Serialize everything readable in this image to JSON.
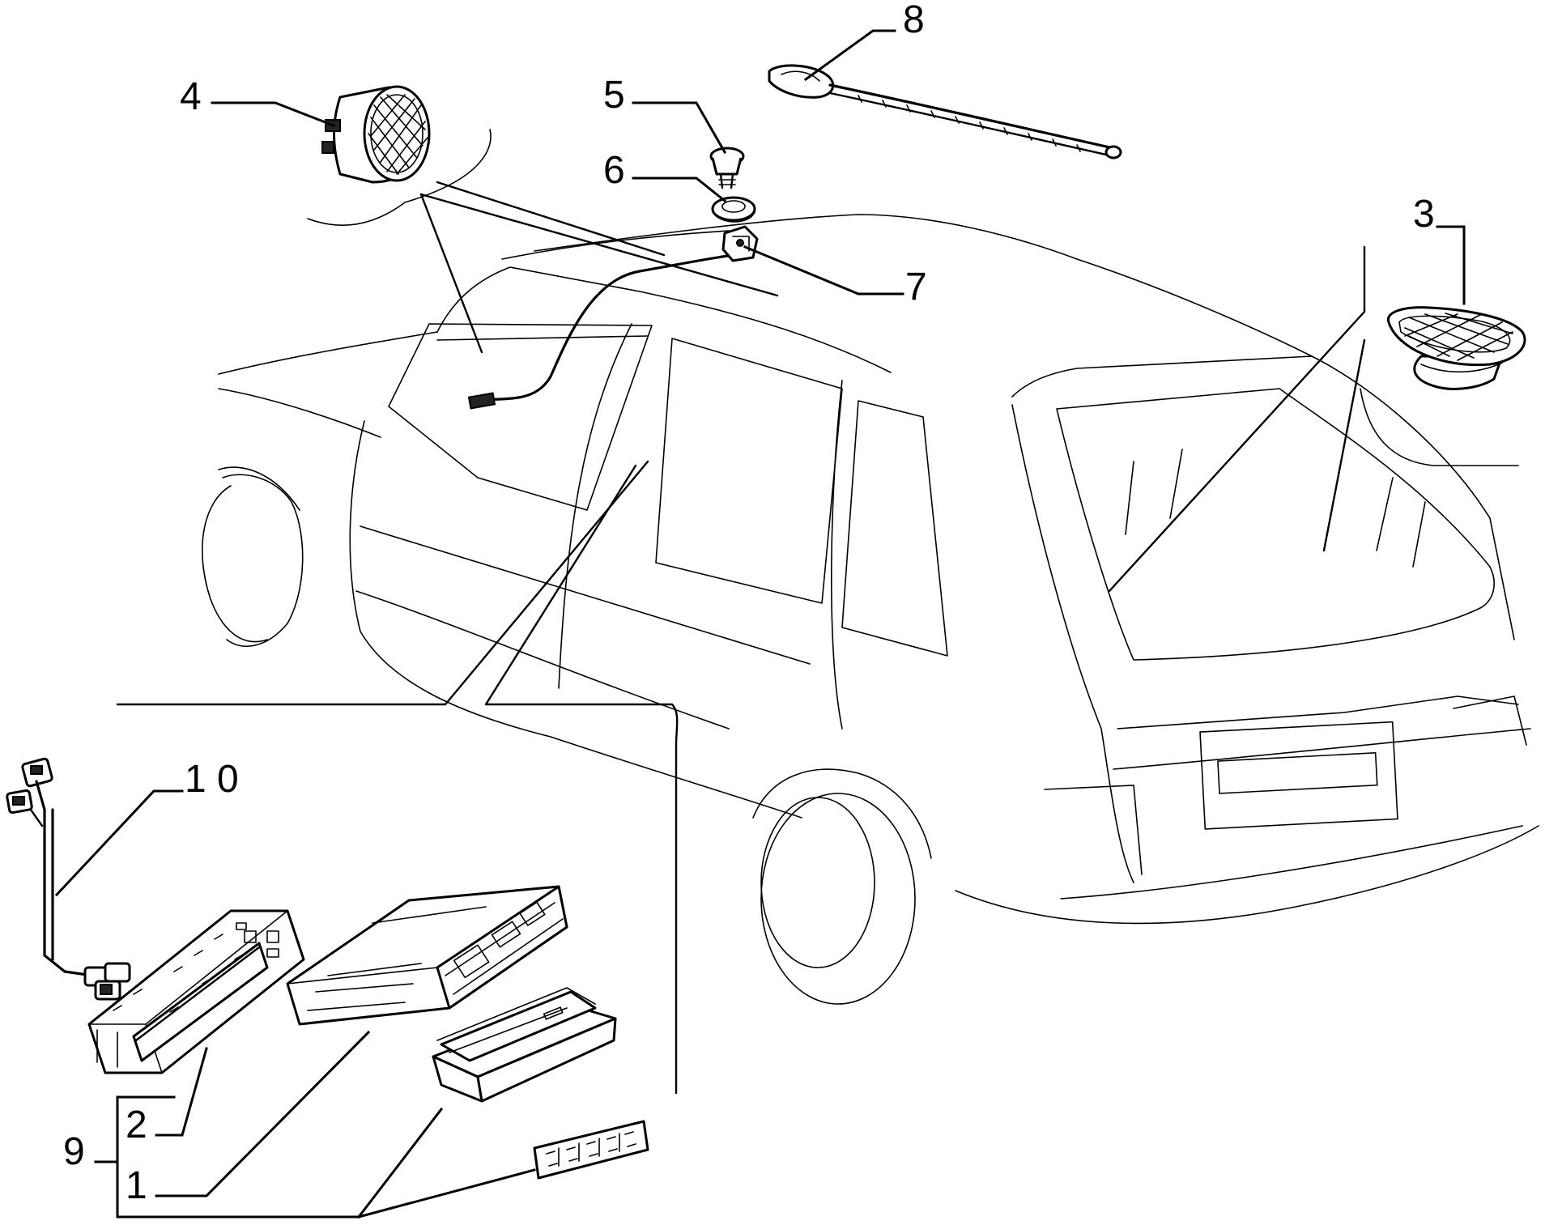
{
  "callouts": [
    {
      "id": "1",
      "text": "1"
    },
    {
      "id": "2",
      "text": "2"
    },
    {
      "id": "3",
      "text": "3"
    },
    {
      "id": "4",
      "text": "4"
    },
    {
      "id": "5",
      "text": "5"
    },
    {
      "id": "6",
      "text": "6"
    },
    {
      "id": "7",
      "text": "7"
    },
    {
      "id": "8",
      "text": "8"
    },
    {
      "id": "9",
      "text": "9"
    },
    {
      "id": "10",
      "text": "1 0"
    }
  ],
  "colors": {
    "line": "#000000",
    "background": "#ffffff"
  }
}
